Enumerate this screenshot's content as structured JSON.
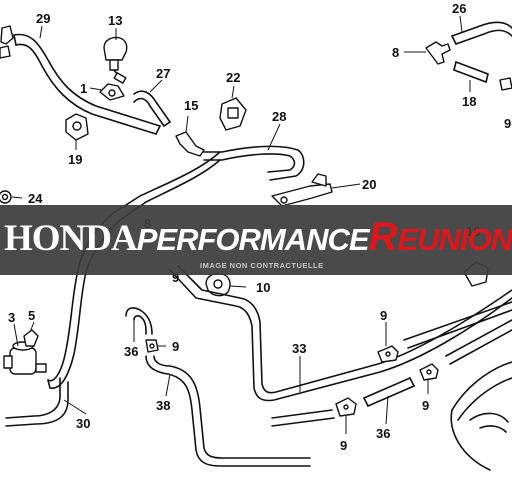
{
  "diagram": {
    "callouts": [
      {
        "id": "29",
        "label": "29"
      },
      {
        "id": "13",
        "label": "13"
      },
      {
        "id": "1",
        "label": "1"
      },
      {
        "id": "27",
        "label": "27"
      },
      {
        "id": "22",
        "label": "22"
      },
      {
        "id": "15",
        "label": "15"
      },
      {
        "id": "19",
        "label": "19"
      },
      {
        "id": "28",
        "label": "28"
      },
      {
        "id": "24",
        "label": "24"
      },
      {
        "id": "20",
        "label": "20"
      },
      {
        "id": "26",
        "label": "26"
      },
      {
        "id": "8-top",
        "label": "8"
      },
      {
        "id": "18-top",
        "label": "18"
      },
      {
        "id": "9-edge",
        "label": "9"
      },
      {
        "id": "8-mid",
        "label": "8"
      },
      {
        "id": "9-mid",
        "label": "9"
      },
      {
        "id": "10",
        "label": "10"
      },
      {
        "id": "18-right",
        "label": "18"
      },
      {
        "id": "3",
        "label": "3"
      },
      {
        "id": "5",
        "label": "5"
      },
      {
        "id": "36-left",
        "label": "36"
      },
      {
        "id": "9-left",
        "label": "9"
      },
      {
        "id": "33",
        "label": "33"
      },
      {
        "id": "9-upper-right",
        "label": "9"
      },
      {
        "id": "38",
        "label": "38"
      },
      {
        "id": "30",
        "label": "30"
      },
      {
        "id": "9-lower-right",
        "label": "9"
      },
      {
        "id": "9-bottom",
        "label": "9"
      },
      {
        "id": "36-bottom",
        "label": "36"
      }
    ]
  },
  "watermark": {
    "brand_honda": "HONDA",
    "brand_performance": "PERFORMANCE",
    "brand_r": "R",
    "brand_eunion": "EUNION",
    "tagline": "IMAGE NON CONTRACTUELLE",
    "color_brand_red": "#e0151c",
    "color_banner": "#3c3c3c"
  }
}
